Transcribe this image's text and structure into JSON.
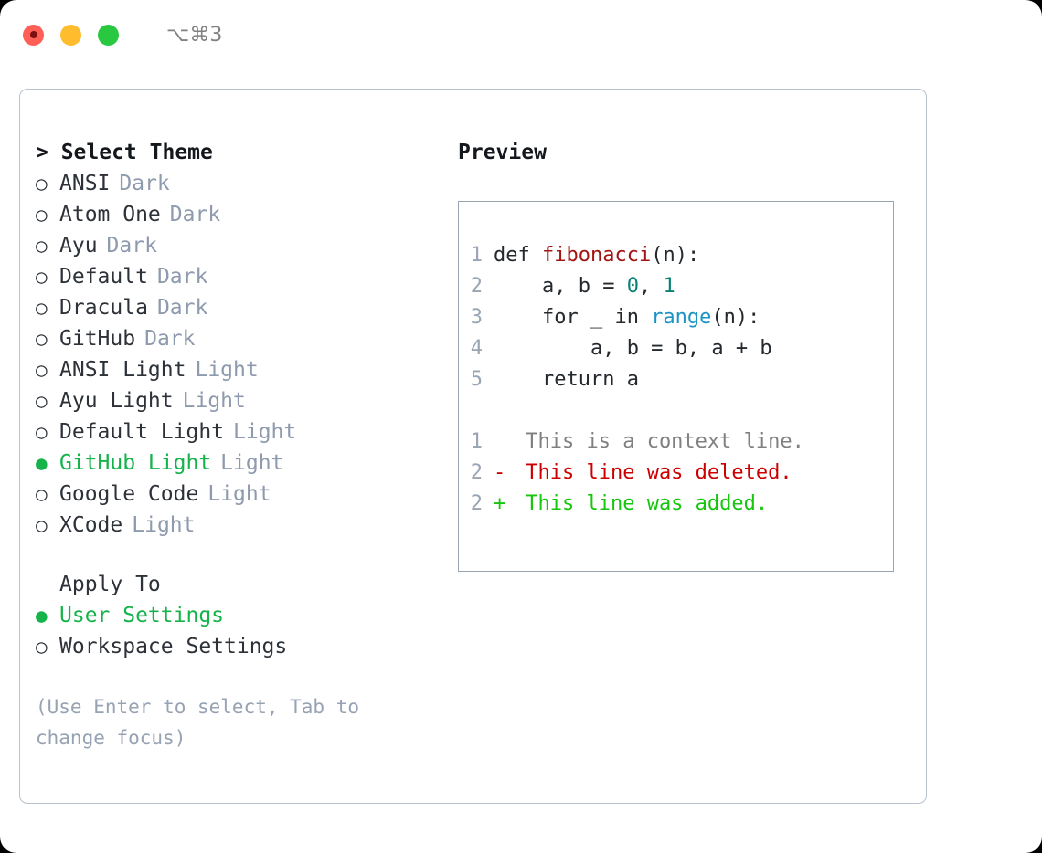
{
  "window": {
    "shortcut": "⌥⌘3",
    "traffic_lights": [
      {
        "name": "close",
        "color": "#FF5F57"
      },
      {
        "name": "minimize",
        "color": "#FFBD2E"
      },
      {
        "name": "maximize",
        "color": "#28C840"
      }
    ]
  },
  "theme_list": {
    "header": "> Select Theme",
    "items": [
      {
        "marker": "○",
        "label": "ANSI",
        "tag": "Dark",
        "selected": false
      },
      {
        "marker": "○",
        "label": "Atom One",
        "tag": "Dark",
        "selected": false
      },
      {
        "marker": "○",
        "label": "Ayu",
        "tag": "Dark",
        "selected": false
      },
      {
        "marker": "○",
        "label": "Default",
        "tag": "Dark",
        "selected": false
      },
      {
        "marker": "○",
        "label": "Dracula",
        "tag": "Dark",
        "selected": false
      },
      {
        "marker": "○",
        "label": "GitHub",
        "tag": "Dark",
        "selected": false
      },
      {
        "marker": "○",
        "label": "ANSI Light",
        "tag": "Light",
        "selected": false
      },
      {
        "marker": "○",
        "label": "Ayu Light",
        "tag": "Light",
        "selected": false
      },
      {
        "marker": "○",
        "label": "Default Light",
        "tag": "Light",
        "selected": false
      },
      {
        "marker": "●",
        "label": "GitHub Light",
        "tag": "Light",
        "selected": true
      },
      {
        "marker": "○",
        "label": "Google Code",
        "tag": "Light",
        "selected": false
      },
      {
        "marker": "○",
        "label": "XCode",
        "tag": "Light",
        "selected": false
      }
    ]
  },
  "apply_to": {
    "header": "Apply To",
    "items": [
      {
        "marker": "●",
        "label": "User Settings",
        "selected": true
      },
      {
        "marker": "○",
        "label": "Workspace Settings",
        "selected": false
      }
    ]
  },
  "hint": "(Use Enter to select, Tab to change focus)",
  "preview": {
    "title": "Preview",
    "code_lines": [
      {
        "number": "1",
        "tokens": [
          {
            "text": "def ",
            "type": "plain"
          },
          {
            "text": "fibonacci",
            "type": "fn"
          },
          {
            "text": "(n):",
            "type": "plain"
          }
        ]
      },
      {
        "number": "2",
        "tokens": [
          {
            "text": "    a, b = ",
            "type": "plain"
          },
          {
            "text": "0",
            "type": "num"
          },
          {
            "text": ", ",
            "type": "plain"
          },
          {
            "text": "1",
            "type": "num"
          }
        ]
      },
      {
        "number": "3",
        "tokens": [
          {
            "text": "    for _ in ",
            "type": "plain"
          },
          {
            "text": "range",
            "type": "call"
          },
          {
            "text": "(n):",
            "type": "plain"
          }
        ]
      },
      {
        "number": "4",
        "tokens": [
          {
            "text": "        a, b = b, a + b",
            "type": "plain"
          }
        ]
      },
      {
        "number": "5",
        "tokens": [
          {
            "text": "    return a",
            "type": "plain"
          }
        ]
      }
    ],
    "diff_lines": [
      {
        "number": "1",
        "sign": " ",
        "text": " This is a context line.",
        "kind": "context"
      },
      {
        "number": "2",
        "sign": "-",
        "text": " This line was deleted.",
        "kind": "del"
      },
      {
        "number": "2",
        "sign": "+",
        "text": " This line was added.",
        "kind": "add"
      }
    ]
  },
  "colors": {
    "selected_green": "#15b34a",
    "tag_gray": "#8e9aad",
    "text_dark": "#2d3239",
    "fn_red": "#a31515",
    "call_blue": "#1b93c4",
    "num_teal": "#0a8174",
    "diff_del_red": "#cc0000",
    "diff_add_green": "#16c60c",
    "border_gray": "#9aa5b4"
  }
}
